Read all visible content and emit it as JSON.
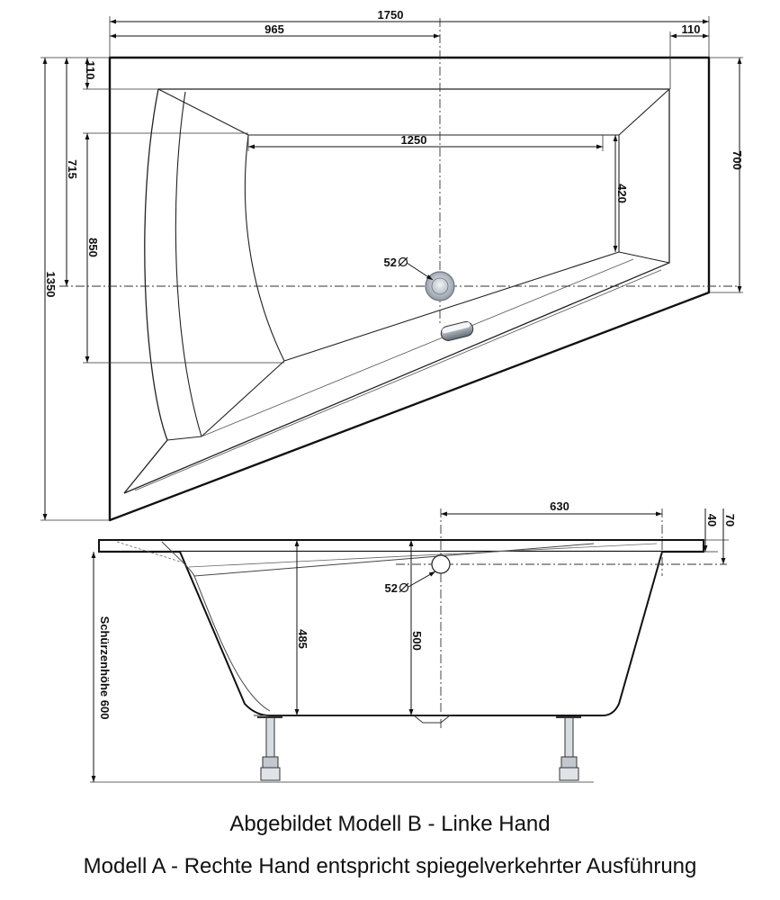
{
  "top_view": {
    "dims": {
      "overall_width": "1750",
      "center_offset": "965",
      "right_rim": "110",
      "top_rim": "110",
      "inner_depth": "715",
      "basin_depth": "850",
      "overall_depth": "1350",
      "right_height": "700",
      "floor_length": "1250",
      "floor_width": "420"
    },
    "drain": {
      "label": "52"
    }
  },
  "side_view": {
    "dims": {
      "drain_offset": "630",
      "rim_thickness": "40",
      "overflow_height": "70",
      "inner_depth": "485",
      "water_depth": "500",
      "apron_height": "Schürzenhöhe 600"
    },
    "drain": {
      "label": "52"
    }
  },
  "captions": {
    "line1": "Abgebildet Modell B - Linke Hand",
    "line2": "Modell A - Rechte Hand entspricht spiegelverkehrter Ausführung"
  }
}
